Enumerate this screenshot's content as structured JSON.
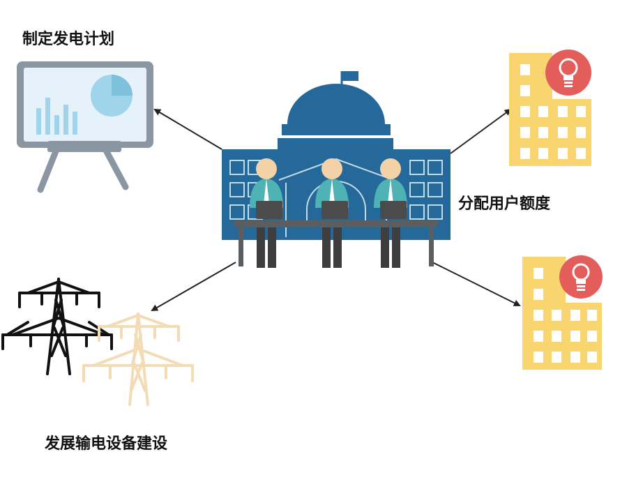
{
  "labels": {
    "plan": "制定发电计划",
    "allocate": "分配用户额度",
    "build": "发展输电设备建设"
  },
  "colors": {
    "building_blue": "#25689a",
    "building_light": "#c3dcec",
    "shirt_teal": "#4fb3b5",
    "skin": "#f3d2a8",
    "table_gray": "#5b5e61",
    "board_frame": "#8a97a3",
    "board_face": "#e6f2fa",
    "chart_blue": "#9fd4ea",
    "apartment_yellow": "#f9d56f",
    "bulb_red": "#e35e5b",
    "pylon_dark": "#111111",
    "pylon_light": "#f3dcb5",
    "arrow": "#222222"
  },
  "icons": {
    "center": "government-building-icon",
    "plan": "presentation-board-icon",
    "allocate": "apartment-building-icon",
    "build": "power-tower-icon"
  }
}
